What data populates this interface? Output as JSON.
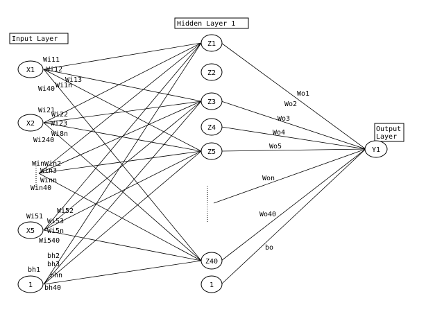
{
  "layers": {
    "input": "Input Layer",
    "hidden": "Hidden Layer 1",
    "output_line1": "Output",
    "output_line2": "Layer"
  },
  "nodes": {
    "x1": "X1",
    "x2": "X2",
    "x5": "X5",
    "bias_in": "1",
    "z1": "Z1",
    "z2": "Z2",
    "z3": "Z3",
    "z4": "Z4",
    "z5": "Z5",
    "z40": "Z40",
    "bias_hidden": "1",
    "y1": "Y1"
  },
  "input_weights": {
    "w111": "Wi11",
    "w112": "Wi12",
    "w113": "Wi13",
    "w11n": "Wi1n",
    "w140": "Wi40",
    "w121": "Wi21",
    "w122": "Wi22",
    "w123": "Wi23",
    "w12n": "Wi8n",
    "w1240": "Wi240",
    "win1": "WinWin2",
    "win3": "Win3",
    "winn": "Winn",
    "win40": "Win40",
    "w151": "Wi51",
    "w152": "Wi52",
    "w153": "Wi53",
    "w15n": "Wi5n",
    "w1540": "Wi540",
    "bh1": "bh1",
    "bh2": "bh2",
    "bh3": "bh3",
    "bhn": "bhn",
    "bh40": "bh40"
  },
  "output_weights": {
    "wo1": "Wo1",
    "wo2": "Wo2",
    "wo3": "Wo3",
    "wo4": "Wo4",
    "wo5": "Wo5",
    "won": "Won",
    "wo40": "Wo40",
    "bo": "bo"
  }
}
